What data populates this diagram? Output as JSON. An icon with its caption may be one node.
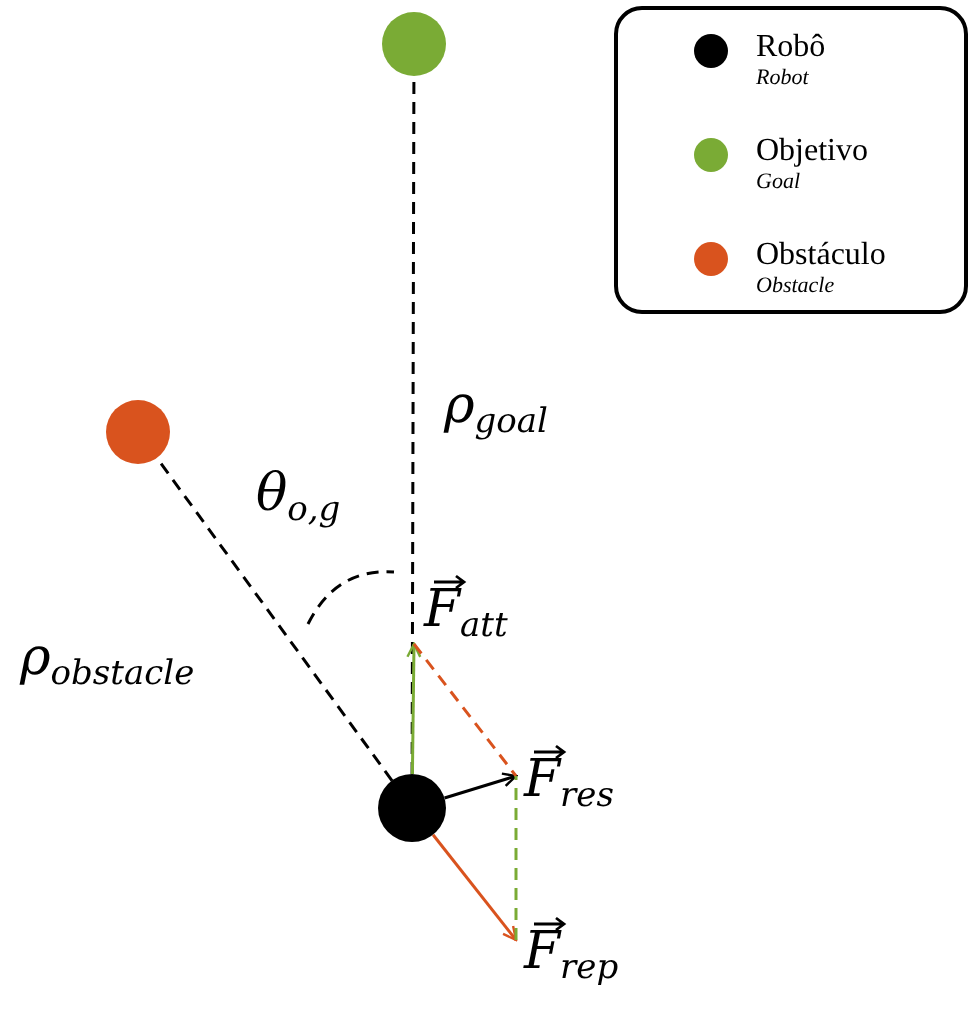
{
  "diagram": {
    "nodes": [
      {
        "text": [],
        "shape": "circle"
      },
      {
        "text": [],
        "shape": "circle"
      },
      {
        "text": [],
        "shape": "circle"
      },
      {
        "text": [
          "F$_{att}$"
        ]
      },
      {
        "text": [
          "F$_{res}$"
        ]
      },
      {
        "text": [
          "F$_{rep}$"
        ]
      }
    ],
    "edges": [
      {
        "from": 0,
        "to": 1,
        "arrow": "none",
        "style": "dashed"
      },
      {
        "from": 0,
        "to": 2,
        "arrow": "none",
        "style": "dashed"
      },
      {
        "from": 0,
        "to": 3,
        "arrow": "to",
        "color": "#7aab35"
      },
      {
        "from": 0,
        "to": 4,
        "arrow": "to"
      },
      {
        "from": 0,
        "to": 5,
        "arrow": "to",
        "color": "#d9531e"
      },
      {
        "from": 3,
        "to": 4,
        "arrow": "none",
        "style": "dashed",
        "color": "#d9531e"
      },
      {
        "from": 5,
        "to": 4,
        "arrow": "none",
        "style": "dashed",
        "color": "#7aab35"
      }
    ],
    "labels": [
      "ρ$_{goal}$",
      "θ$_{o,g}$",
      "ρ$_{obstacle}$"
    ],
    "legend": [
      {
        "text": "Robô *Robot*",
        "color": "#000000"
      },
      {
        "text": "Objetivo *Goal*",
        "color": "#7aab35"
      },
      {
        "text": "Obstáculo *Obstacle*",
        "color": "#d9531e"
      }
    ]
  }
}
